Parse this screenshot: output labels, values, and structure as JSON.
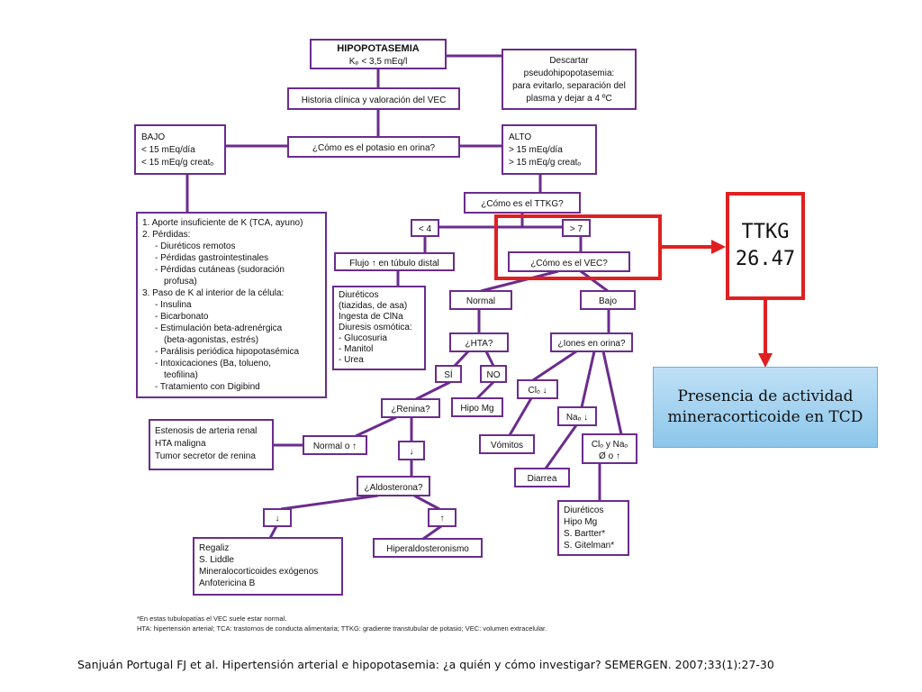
{
  "flowchart": {
    "n_hipo_1": "HIPOPOTASEMIA",
    "n_hipo_2": "Kₚ < 3,5 mEq/l",
    "n_historia": "Historia clínica y valoración del VEC",
    "n_desc_1": "Descartar",
    "n_desc_2": "pseudohipopotasemia:",
    "n_desc_3": "para evitarlo, separación del",
    "n_desc_4": "plasma y dejar a 4 ºC",
    "n_potasio": "¿Cómo es el potasio en orina?",
    "n_bajo_1": "BAJO",
    "n_bajo_2": "< 15 mEq/día",
    "n_bajo_3": "< 15 mEq/g creatₒ",
    "n_alto_1": "ALTO",
    "n_alto_2": "> 15 mEq/día",
    "n_alto_3": "> 15 mEq/g creatₒ",
    "n_ttkg_q": "¿Cómo es el TTKG?",
    "n_lt4": "< 4",
    "n_gt7": "> 7",
    "n_flujo": "Flujo ↑ en túbulo distal",
    "n_vec_q": "¿Cómo es el VEC?",
    "list_causes": [
      "1. Aporte insuficiente de K (TCA, ayuno)",
      "2. Pérdidas:",
      "- Diuréticos remotos",
      "- Pérdidas gastrointestinales",
      "- Pérdidas cutáneas (sudoración",
      "profusa)",
      "3. Paso de K al interior de la célula:",
      "- Insulina",
      "- Bicarbonato",
      "- Estimulación beta-adrenérgica",
      "(beta-agonistas, estrés)",
      "- Parálisis periódica hipopotasémica",
      "- Intoxicaciones (Ba, tolueno,",
      "teofilina)",
      "- Tratamiento con Digibind"
    ],
    "list_diuretics": [
      "Diuréticos",
      "(tiazidas, de asa)",
      "Ingesta de ClNa",
      "Diuresis osmótica:",
      "- Glucosuria",
      "- Manitol",
      "- Urea"
    ],
    "n_normal": "Normal",
    "n_bajo_vec": "Bajo",
    "n_hta_q": "¿HTA?",
    "n_iones_q": "¿Iones en orina?",
    "n_si": "SÍ",
    "n_no": "NO",
    "n_hipomg": "Hipo Mg",
    "n_cl": "Clₒ ↓",
    "n_na": "Naₒ ↓",
    "n_clna_1": "Clₒ y Naₒ",
    "n_clna_2": "Ø o ↑",
    "n_vomitos": "Vómitos",
    "n_diarrea": "Diarrea",
    "n_renina_q": "¿Renina?",
    "list_estenosis": [
      "Estenosis de arteria renal",
      "HTA maligna",
      "Tumor secretor de renina"
    ],
    "n_normal_up": "Normal o ↑",
    "n_down1": "↓",
    "n_aldo_q": "¿Aldosterona?",
    "n_down2": "↓",
    "n_up": "↑",
    "list_regaliz": [
      "Regaliz",
      "S. Liddle",
      "Mineralocorticoides exógenos",
      "Anfotericina B"
    ],
    "n_hiperaldo": "Hiperaldosteronismo",
    "list_diur2": [
      "Diuréticos",
      "Hipo Mg",
      "S. Bartter*",
      "S. Gitelman*"
    ],
    "note_1": "*En estas tubulopatías el VEC suele estar normal.",
    "note_2": "HTA: hipertensión arterial; TCA: trastornos de conducta alimentaria; TTKG: gradiente transtubular de potasio; VEC: volumen extracelular."
  },
  "annotation": {
    "ttkg_label": "TTKG",
    "ttkg_value": "26.47",
    "result_text": "Presencia de actividad mineracorticoide en TCD"
  },
  "citation": "Sanjuán Portugal FJ et al. Hipertensión arterial e hipopotasemia: ¿a quién y cómo investigar? SEMERGEN. 2007;33(1):27-30",
  "colors": {
    "flow": "#6b2c8e",
    "highlight": "#e02020",
    "result_fill": "#a8d4f0"
  }
}
